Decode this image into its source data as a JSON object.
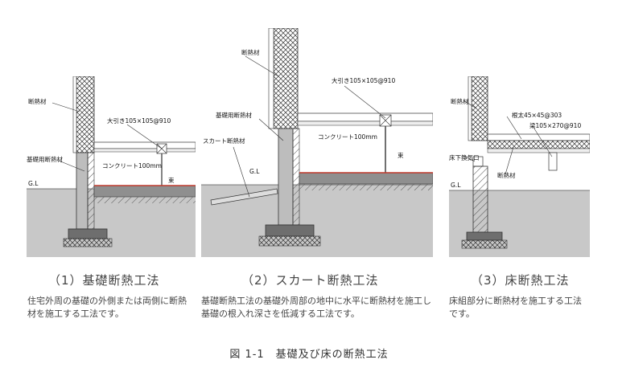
{
  "panels": [
    {
      "labels": {
        "insulation": "断熱材",
        "beam": "大引き105×105@910",
        "foundation_insulation": "基礎用断熱材",
        "concrete": "コンクリート100mm",
        "post": "束",
        "gl": "G.L"
      },
      "title": "（1）基礎断熱工法",
      "description": "住宅外周の基礎の外側または両側に断熱材を施工する工法です。"
    },
    {
      "labels": {
        "insulation": "断熱材",
        "beam": "大引き105×105@910",
        "foundation_insulation": "基礎用断熱材",
        "skirt_insulation": "スカート断熱材",
        "concrete": "コンクリート100mm",
        "post": "束",
        "gl": "G.L"
      },
      "title": "（2）スカート断熱工法",
      "description": "基礎断熱工法の基礎外周部の地中に水平に断熱材を施工し基礎の根入れ深さを低減する工法です。"
    },
    {
      "labels": {
        "insulation": "断熱材",
        "joist": "根太45×45@303",
        "beam": "梁105×270@910",
        "vent": "床下換気口",
        "floor_insulation": "断熱材",
        "gl": "G.L"
      },
      "title": "（3）床断熱工法",
      "description": "床組部分に断熱材を施工する工法です。"
    }
  ],
  "caption": "図 1-1　基礎及び床の断熱工法"
}
